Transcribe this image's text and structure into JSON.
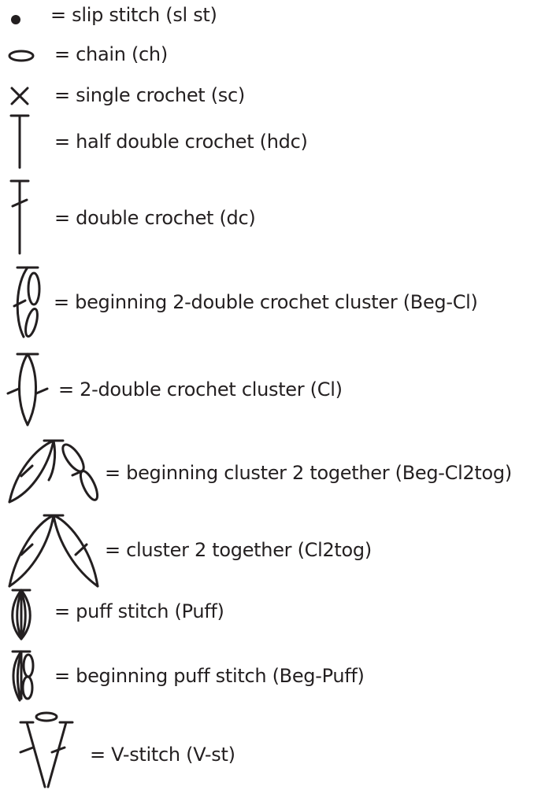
{
  "legend": {
    "items": [
      {
        "symbol": "slip-stitch-dot",
        "label": "= slip stitch (sl st)"
      },
      {
        "symbol": "chain-oval",
        "label": "= chain (ch)"
      },
      {
        "symbol": "single-crochet-x",
        "label": "= single crochet (sc)"
      },
      {
        "symbol": "half-double-crochet-t",
        "label": "= half double crochet (hdc)"
      },
      {
        "symbol": "double-crochet-crossed-t",
        "label": "= double crochet (dc)"
      },
      {
        "symbol": "beginning-cluster",
        "label": "= beginning 2-double crochet cluster (Beg-Cl)"
      },
      {
        "symbol": "cluster",
        "label": "= 2-double crochet cluster (Cl)"
      },
      {
        "symbol": "beginning-cluster-2-together",
        "label": "= beginning cluster 2 together (Beg-Cl2tog)"
      },
      {
        "symbol": "cluster-2-together",
        "label": "= cluster 2 together (Cl2tog)"
      },
      {
        "symbol": "puff-stitch",
        "label": "= puff stitch (Puff)"
      },
      {
        "symbol": "beginning-puff-stitch",
        "label": "= beginning puff stitch (Beg-Puff)"
      },
      {
        "symbol": "v-stitch",
        "label": "= V-stitch (V-st)"
      }
    ]
  }
}
